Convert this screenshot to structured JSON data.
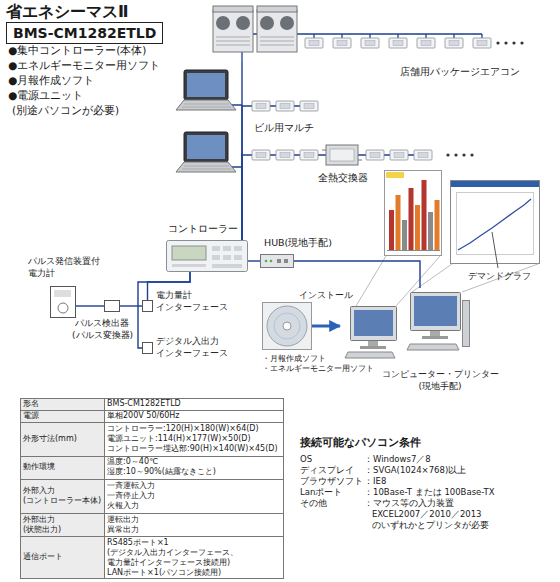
{
  "diagram": {
    "title": "省エネシーマスⅡ",
    "nodes": [
      {
        "text": [
          "BMS-CM1282ETLD"
        ]
      },
      {
        "text": [
          "店舗用パッケージエアコン"
        ]
      },
      {
        "text": [
          "ビル用マルチ"
        ]
      },
      {
        "text": [
          "全熱交換器"
        ]
      },
      {
        "text": [
          "コントローラー"
        ]
      },
      {
        "text": [
          "HUB(現地手配)"
        ]
      },
      {
        "text": [
          "コンピューター・プリンター (現地手配)"
        ]
      },
      {
        "text": [
          "パルス発信装置付 電力計"
        ]
      },
      {
        "text": [
          "パルス検出器 (パルス変換器)"
        ]
      },
      {
        "text": [
          "電力量計 インターフェース"
        ]
      },
      {
        "text": [
          "デジタル入出力 インターフェース"
        ]
      },
      {
        "text": [
          "・月報作成ソフト ・エネルギーモニター用ソフト"
        ]
      }
    ],
    "edges": [
      {
        "from": 4,
        "to": 1,
        "arrow": "none"
      },
      {
        "from": 4,
        "to": 2,
        "arrow": "none"
      },
      {
        "from": 4,
        "to": 3,
        "arrow": "none"
      },
      {
        "from": 4,
        "to": 5,
        "arrow": "none"
      },
      {
        "from": 5,
        "to": 6,
        "arrow": "none"
      },
      {
        "from": 7,
        "to": 8,
        "arrow": "none"
      },
      {
        "from": 8,
        "to": 9,
        "arrow": "none"
      },
      {
        "from": 9,
        "to": 4,
        "arrow": "none"
      },
      {
        "from": 10,
        "to": 4,
        "arrow": "none"
      },
      {
        "from": 11,
        "to": 6,
        "label": "インストール",
        "arrow": "to"
      }
    ],
    "labels": [
      "●集中コントローラー(本体)",
      "●エネルギーモニター用ソフト",
      "●月報作成ソフト",
      "●電源ユニット",
      "(別途パソコンが必要)",
      "デマンドグラフ",
      "形名",
      "BMS-CM1282ETLD",
      "電源",
      "単相200V 50/60Hz",
      "外形寸法(mm)",
      "コントローラー:120(H)×180(W)×64(D)",
      "電源ユニット:114(H)×177(W)×50(D)",
      "コントローラー埋込部:90(H)×140(W)×45(D)",
      "動作環境",
      "温度:0～40℃",
      "湿度:10～90%(結露なきこと)",
      "外部入力 (コントローラー本体)",
      "一斉運転入力",
      "一斉停止入力",
      "火報入力",
      "外部出力 (状態出力)",
      "運転出力",
      "異常出力",
      "通信ポート",
      "RS485ポート×1",
      "(デジタル入出力インターフェース、 電力量計インターフェース接続用)",
      "LANポート×1(パソコン接続用)",
      "接続可能なパソコン条件",
      "OS",
      "：Windows7／8",
      "ディスプレイ",
      "：SVGA(1024×768)以上",
      "ブラウザソフト",
      "：IE8",
      "Lanポート",
      "：10Base-T または 100Base-TX",
      "その他",
      "：マウス等の入力装置",
      "EXCEL2007／2010／2013 のいずれかとプリンタが必要"
    ]
  }
}
